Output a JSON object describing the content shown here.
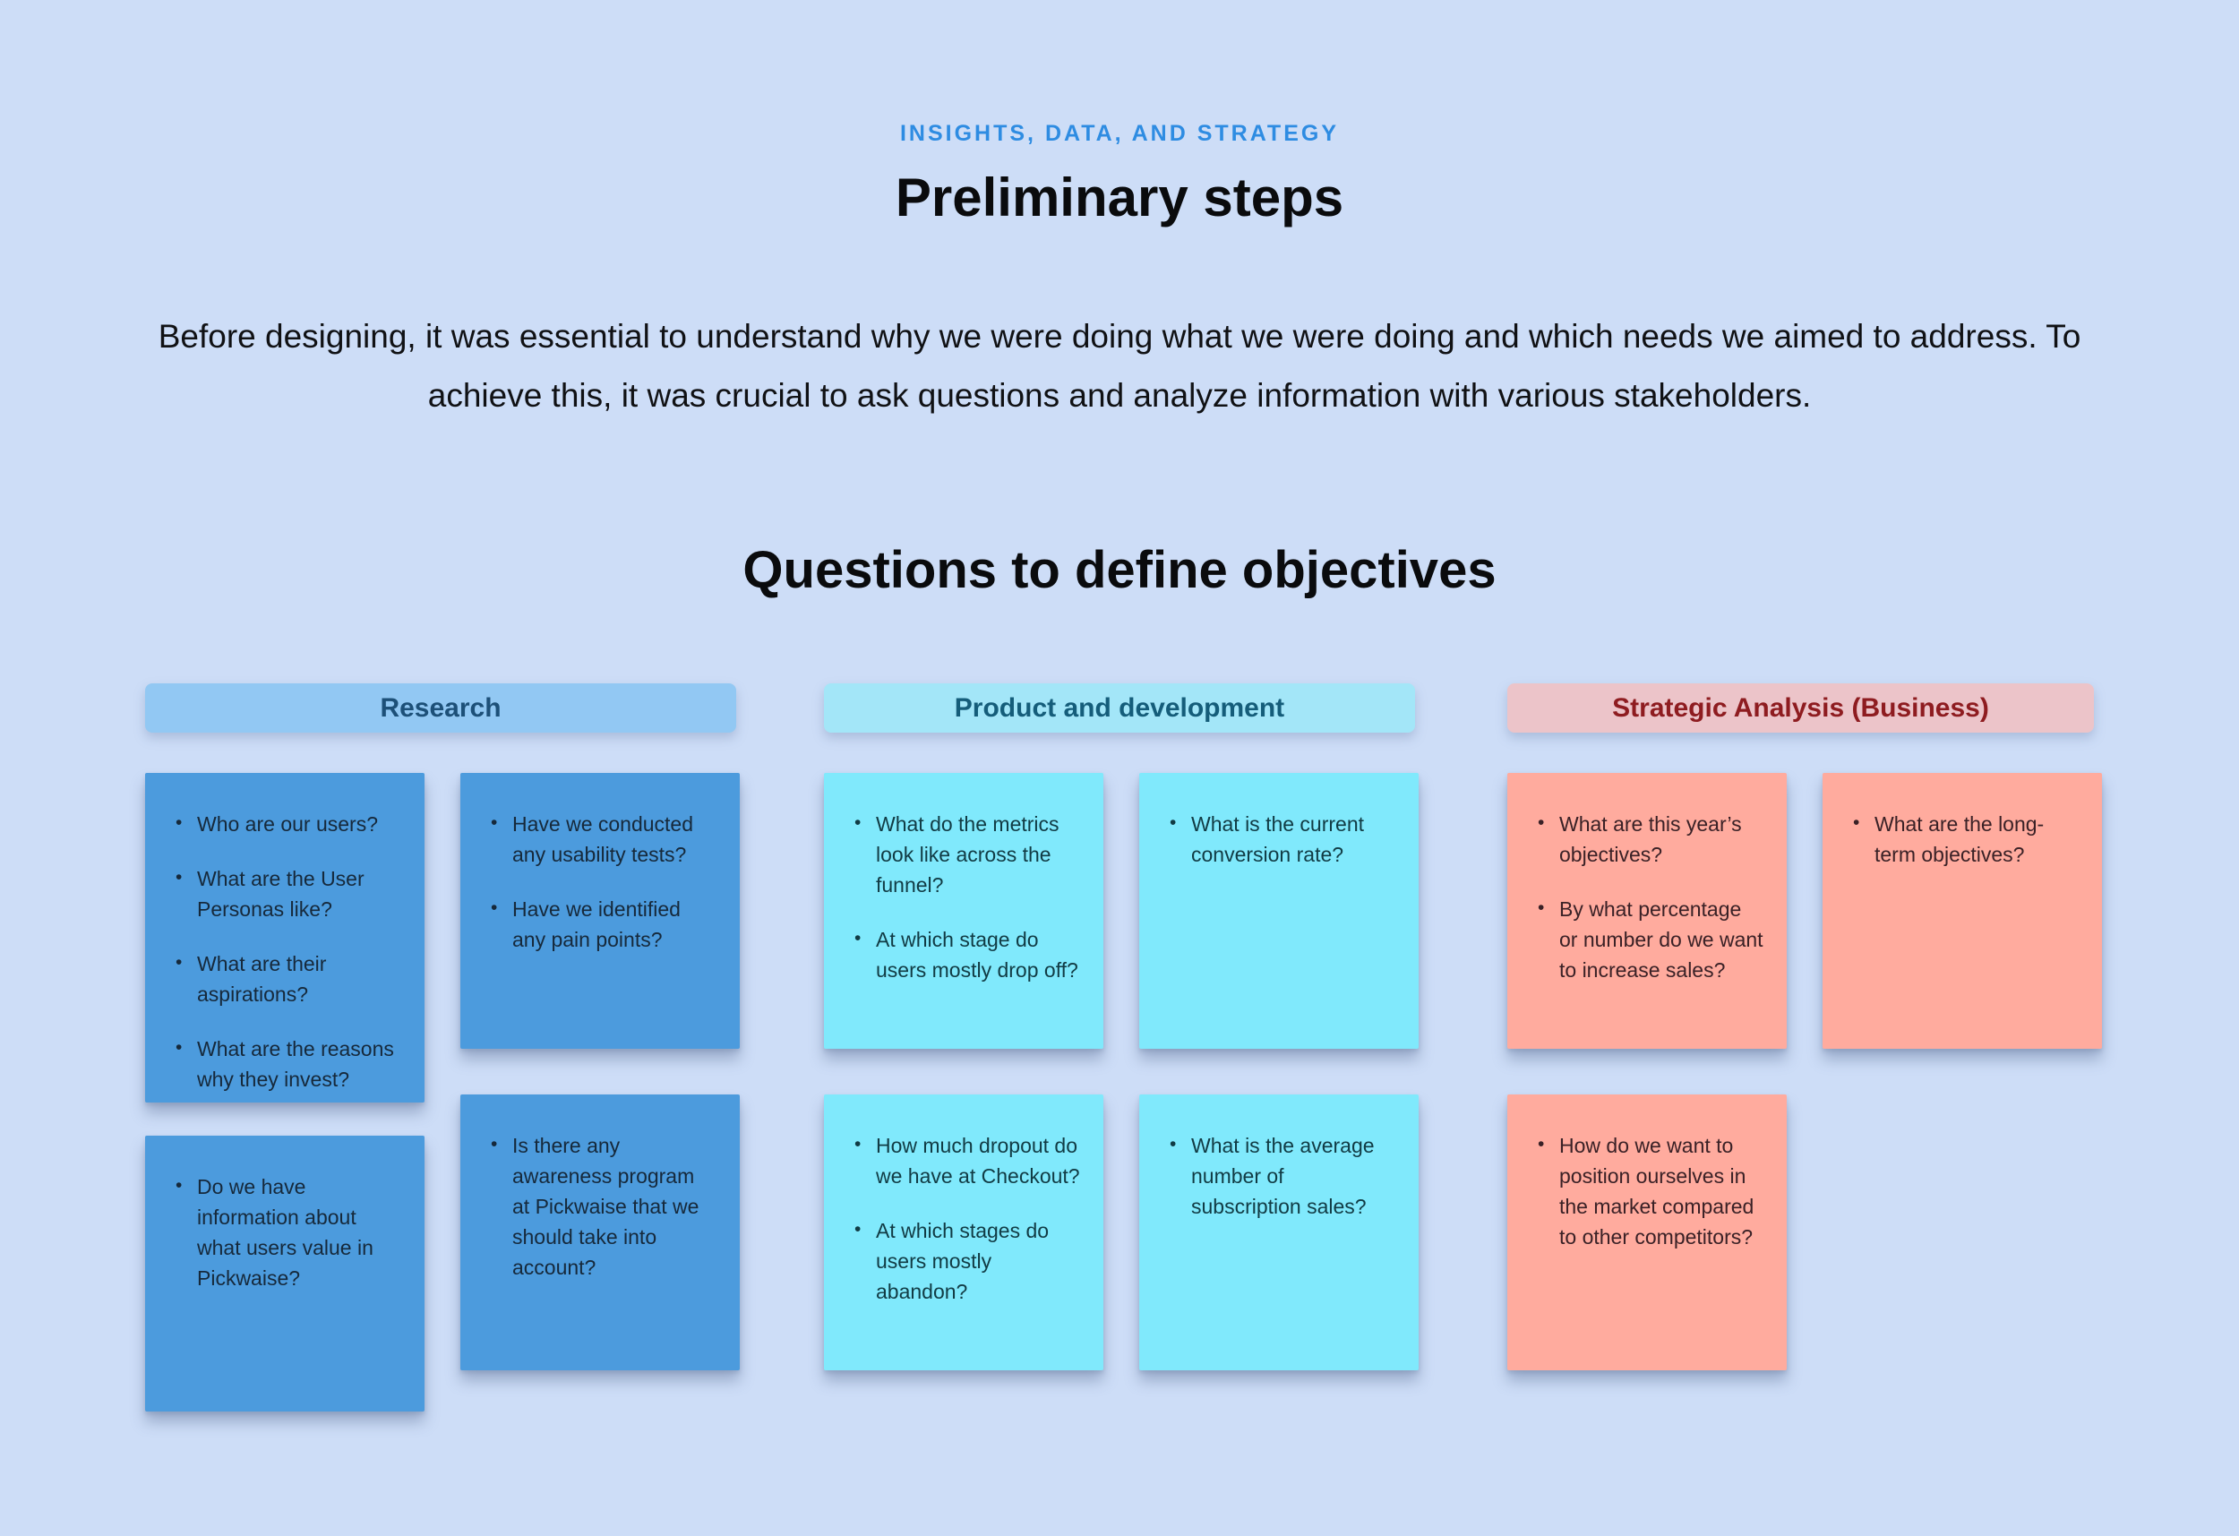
{
  "page": {
    "eyebrow": "INSIGHTS, DATA, AND STRATEGY",
    "title": "Preliminary steps",
    "intro": "Before designing, it was essential to understand why we were doing what we were doing and which needs we aimed to address. To achieve this, it was crucial to ask questions and analyze information with various stakeholders.",
    "section_title": "Questions to define objectives"
  },
  "colors": {
    "background": "#cdddf7",
    "eyebrow_text": "#2e8ce2",
    "research_header_bg": "#92c8f3",
    "research_header_text": "#1d5078",
    "research_note_bg": "#4c9bdd",
    "product_header_bg": "#a3e6f8",
    "product_header_text": "#155d7a",
    "product_note_bg": "#80e9fc",
    "strategic_header_bg": "#ecc4c9",
    "strategic_header_text": "#8e1c20",
    "strategic_note_bg": "#ffab9e"
  },
  "columns": [
    {
      "label": "Research",
      "notes": [
        {
          "bullets": [
            "Who are our users?",
            "What are the User Personas like?",
            "What are their aspirations?",
            "What are the reasons why they invest?"
          ]
        },
        {
          "bullets": [
            "Have we conducted any usability tests?",
            "Have we identified any pain points?"
          ]
        },
        {
          "bullets": [
            "Do we have information about what users value in Pickwaise?"
          ]
        },
        {
          "bullets": [
            "Is there any awareness program at Pickwaise that we should take into account?"
          ]
        }
      ]
    },
    {
      "label": "Product and development",
      "notes": [
        {
          "bullets": [
            "What do the metrics look like across the funnel?",
            "At which stage do users mostly drop off?"
          ]
        },
        {
          "bullets": [
            "What is the current conversion rate?"
          ]
        },
        {
          "bullets": [
            "How much dropout do we have at Checkout?",
            "At which stages do users mostly abandon?"
          ]
        },
        {
          "bullets": [
            "What is the average number of subscription sales?"
          ]
        }
      ]
    },
    {
      "label": "Strategic Analysis (Business)",
      "notes": [
        {
          "bullets": [
            "What are this year’s objectives?",
            "By what percentage or number do we want to increase sales?"
          ]
        },
        {
          "bullets": [
            "What are the long-term objectives?"
          ]
        },
        {
          "bullets": [
            "How do we want to position ourselves in the market compared to other competitors?"
          ]
        }
      ]
    }
  ]
}
